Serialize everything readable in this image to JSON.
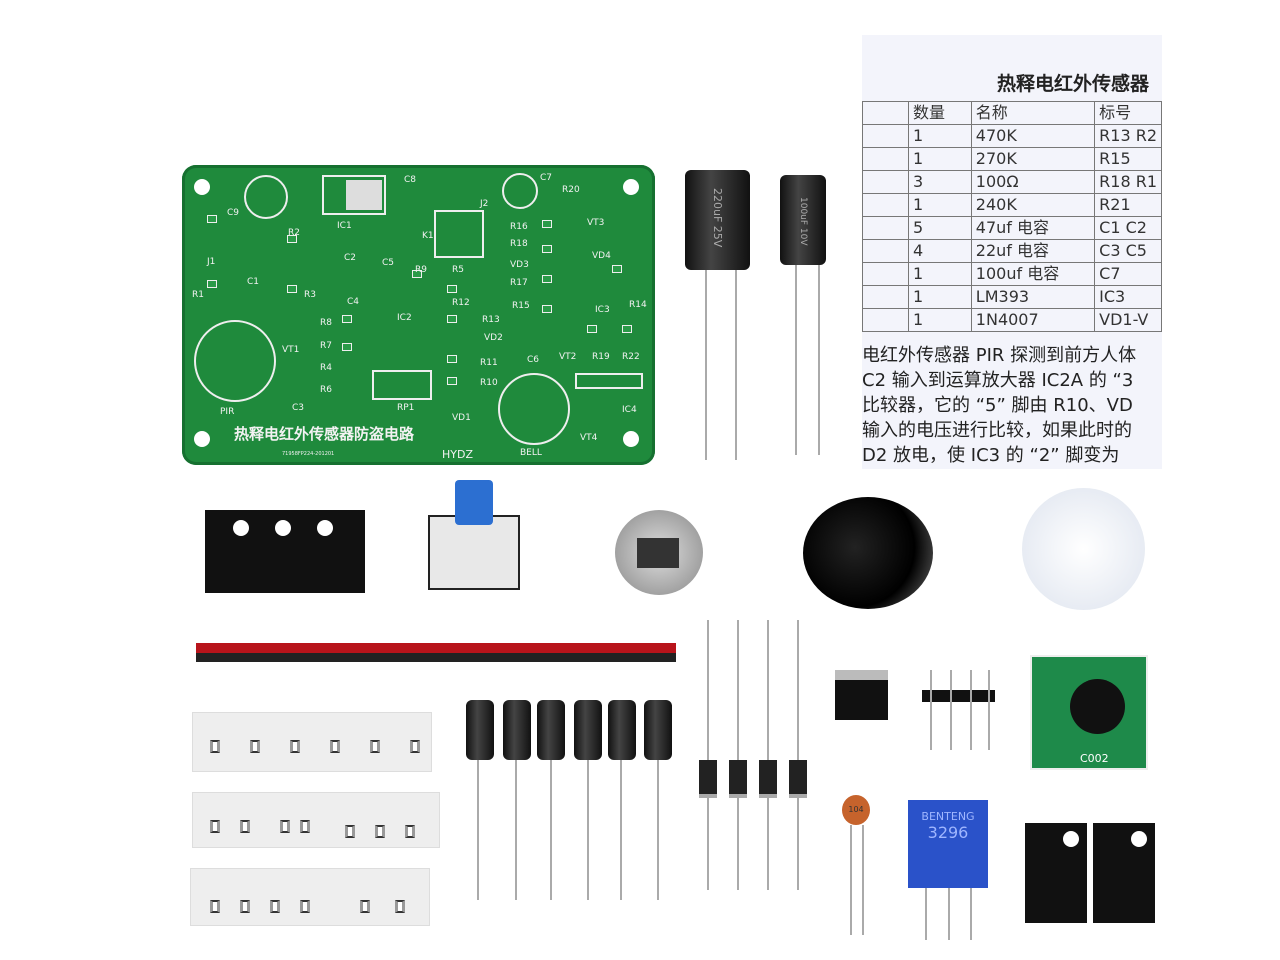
{
  "pcb": {
    "title": "热释电红外传感器防盗电路",
    "brand": "HYDZ",
    "serial": "71958FP224-201201",
    "labels": [
      "C9",
      "IC1",
      "C8",
      "J2",
      "C7",
      "R20",
      "VT3",
      "J1",
      "C1",
      "R2",
      "C2",
      "K1",
      "R16",
      "R18",
      "VD4",
      "VD3",
      "R1",
      "R3",
      "C5",
      "R9",
      "R5",
      "R17",
      "IC3",
      "R14",
      "C4",
      "R12",
      "R13",
      "R15",
      "R8",
      "IC2",
      "VD2",
      "VT1",
      "R7",
      "C6",
      "VT2",
      "R19",
      "R22",
      "R4",
      "R11",
      "R6",
      "RP1",
      "R10",
      "IC4",
      "PIR",
      "C3",
      "VD1",
      "VT4",
      "BELL"
    ]
  },
  "manual": {
    "title": "热释电红外传感器",
    "headers": [
      "数量",
      "名称",
      "标号"
    ],
    "rows": [
      [
        "1",
        "470K",
        "R13 R2"
      ],
      [
        "1",
        "270K",
        "R15"
      ],
      [
        "3",
        "100Ω",
        "R18 R1"
      ],
      [
        "1",
        "240K",
        "R21"
      ],
      [
        "5",
        "47uf 电容",
        "C1 C2"
      ],
      [
        "4",
        "22uf 电容",
        "C3 C5"
      ],
      [
        "1",
        "100uf 电容",
        "C7"
      ],
      [
        "1",
        "LM393",
        "IC3"
      ],
      [
        "1",
        "1N4007",
        "VD1-V"
      ]
    ],
    "text": [
      "电红外传感器 PIR 探测到前方人体",
      "C2 输入到运算放大器 IC2A 的 “3",
      "比较器，它的 “5” 脚由 R10、VD",
      "输入的电压进行比较，如果此时的",
      "D2 放电，使 IC3 的 “2” 脚变为"
    ]
  },
  "parts": {
    "cap_large": "220uF 25V",
    "cap_small": "100uF 10V",
    "ceramic": "104",
    "trimmer_brand": "BENTENG",
    "trimmer_model": "3296",
    "module": "C002"
  }
}
